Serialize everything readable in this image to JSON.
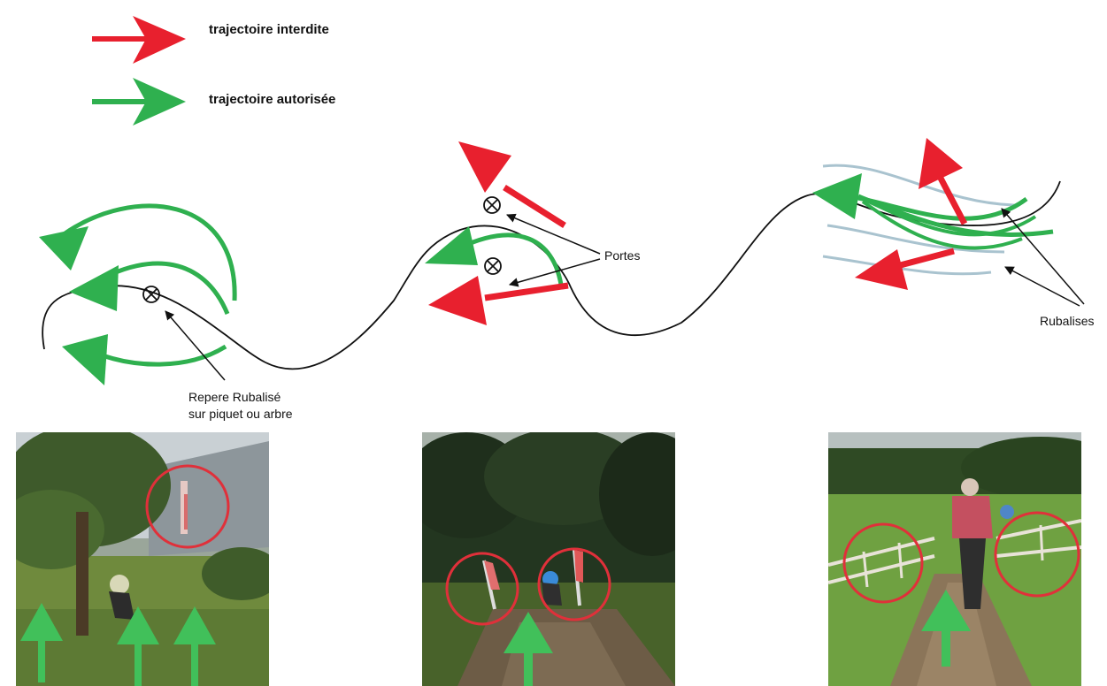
{
  "legend": {
    "forbidden": {
      "label": "trajectoire interdite",
      "color": "#e8202e"
    },
    "allowed": {
      "label": "trajectoire autorisée",
      "color": "#2fb04f"
    }
  },
  "annotations": {
    "marker": {
      "line1": "Repere Rubalisé",
      "line2": "sur piquet ou arbre"
    },
    "gates": "Portes",
    "tapes": "Rubalises"
  },
  "colors": {
    "track": "#111111",
    "tape": "#a9c3cf",
    "circle": "#e0303a"
  },
  "photos": [
    {
      "name": "marker-photo",
      "subject": "rider passing a taped tree marker"
    },
    {
      "name": "gates-photo",
      "subject": "rider passing between two gate poles"
    },
    {
      "name": "tapes-photo",
      "subject": "rider riding between taped fences"
    }
  ]
}
